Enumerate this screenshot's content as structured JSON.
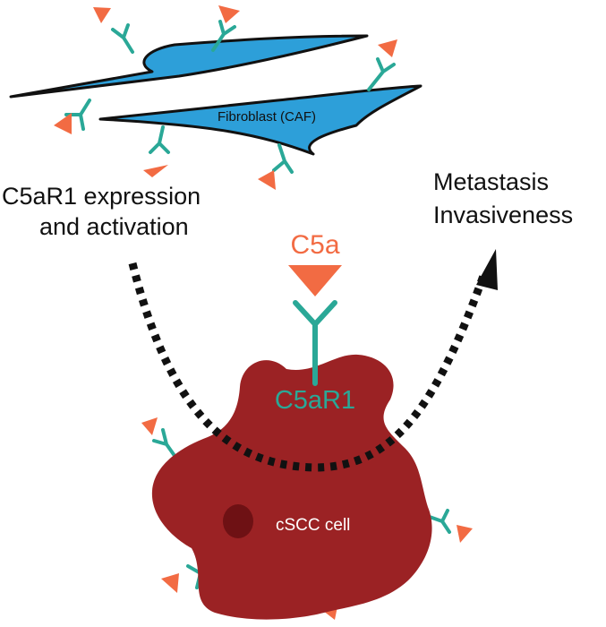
{
  "labels": {
    "fibroblast": "Fibroblast (CAF)",
    "expression_line1": "C5aR1 expression",
    "expression_line2": "and activation",
    "outcome_line1": "Metastasis",
    "outcome_line2": "Invasiveness",
    "ligand": "C5a",
    "receptor": "C5aR1",
    "cell": "cSCC cell"
  },
  "colors": {
    "fibroblast_fill": "#2d9fd9",
    "tumor_fill": "#9b2224",
    "nucleus": "#6e1114",
    "receptor": "#2aa897",
    "ligand": "#f26b43",
    "arrow": "#111111",
    "text": "#111111",
    "cell_text": "#ffffff"
  }
}
